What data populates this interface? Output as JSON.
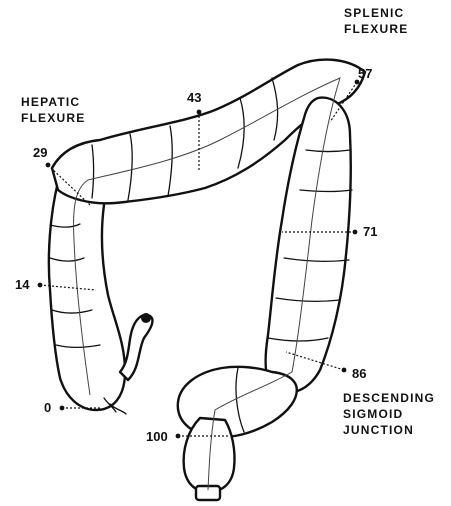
{
  "labels": {
    "splenic_flexure": [
      "SPLENIC",
      "FLEXURE"
    ],
    "hepatic_flexure": [
      "HEPATIC",
      "FLEXURE"
    ],
    "descending_sigmoid_junction": [
      "DESCENDING",
      "SIGMOID",
      "JUNCTION"
    ]
  },
  "markers": [
    "57",
    "43",
    "29",
    "71",
    "14",
    "86",
    "0",
    "100"
  ]
}
